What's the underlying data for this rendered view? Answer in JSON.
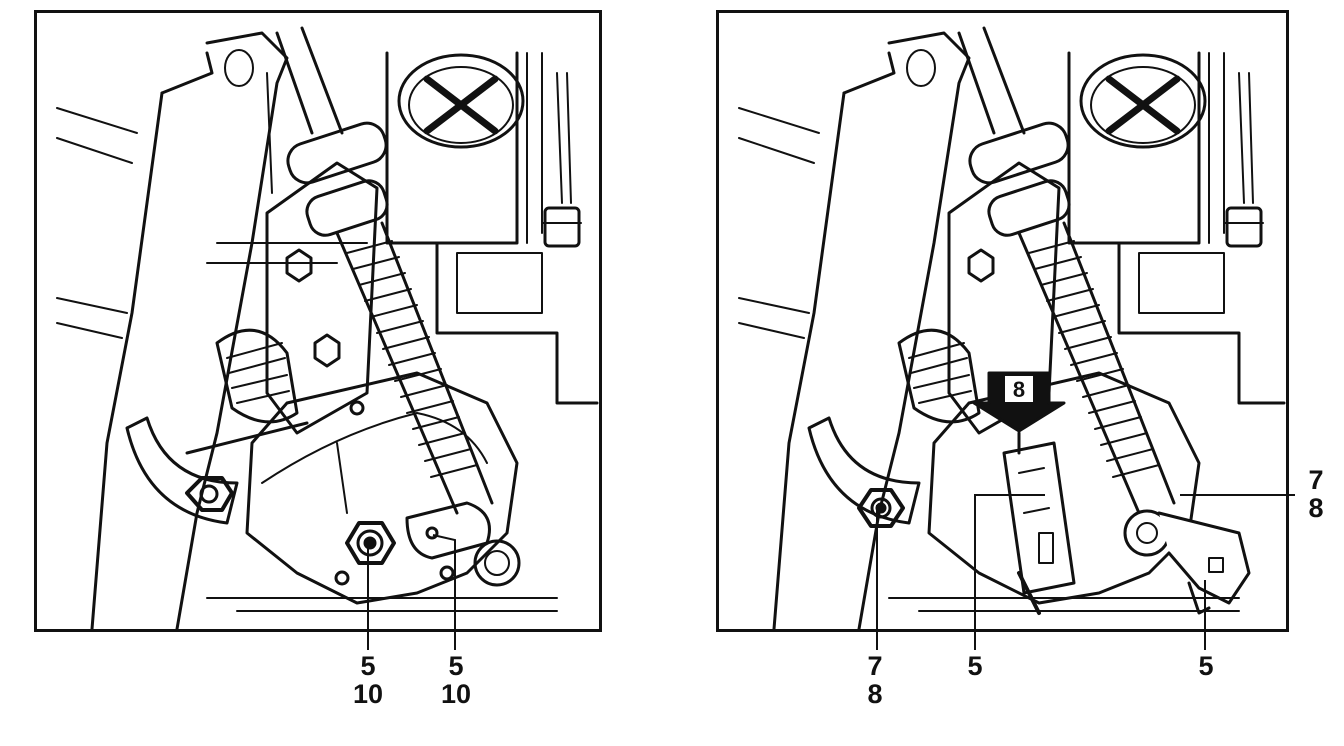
{
  "figure": {
    "left_panel": {
      "callouts": [
        {
          "top": "5",
          "bottom": "10"
        },
        {
          "top": "5",
          "bottom": "10"
        }
      ]
    },
    "right_panel": {
      "arrow_badge": "8",
      "callouts": [
        {
          "top": "7",
          "bottom": "8"
        },
        {
          "top": "5"
        },
        {
          "top": "5"
        },
        {
          "top": "7",
          "bottom": "8"
        }
      ]
    }
  }
}
